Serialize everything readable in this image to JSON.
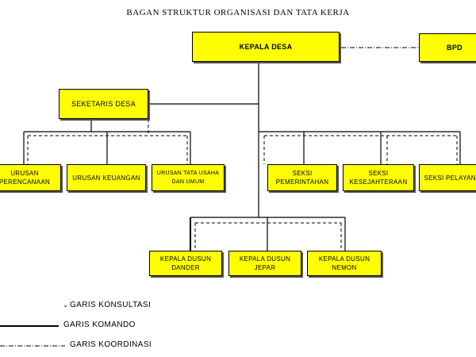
{
  "title": "BAGAN STRUKTUR ORGANISASI DAN TATA KERJA",
  "boxes": {
    "kepala_desa": "KEPALA DESA",
    "bpd": "BPD",
    "sekretaris_desa": "SEKETARIS DESA",
    "urusan_perencanaan": "URUSAN\nPERENCANAAN",
    "urusan_keuangan": "URUSAN KEUANGAN",
    "urusan_tata_usaha": "URUSAN TATA USAHA\nDAN UMUM",
    "seksi_pemerintahan": "SEKSI\nPEMERINTAHAN",
    "seksi_kesejahteraan": "SEKSI\nKESEJAHTERAAN",
    "seksi_pelayanan": "SEKSI PELAYANAN",
    "kadus_dander": "KEPALA DUSUN\nDANDER",
    "kadus_jepar": "KEPALA DUSUN\nJEPAR",
    "kadus_nemon": "KEPALA DUSUN\nNEMON"
  },
  "legend": {
    "konsultasi": "GARIS KONSULTASI",
    "komando": "GARIS KOMANDO",
    "koordinasi": "GARIS KOORDINASI"
  }
}
